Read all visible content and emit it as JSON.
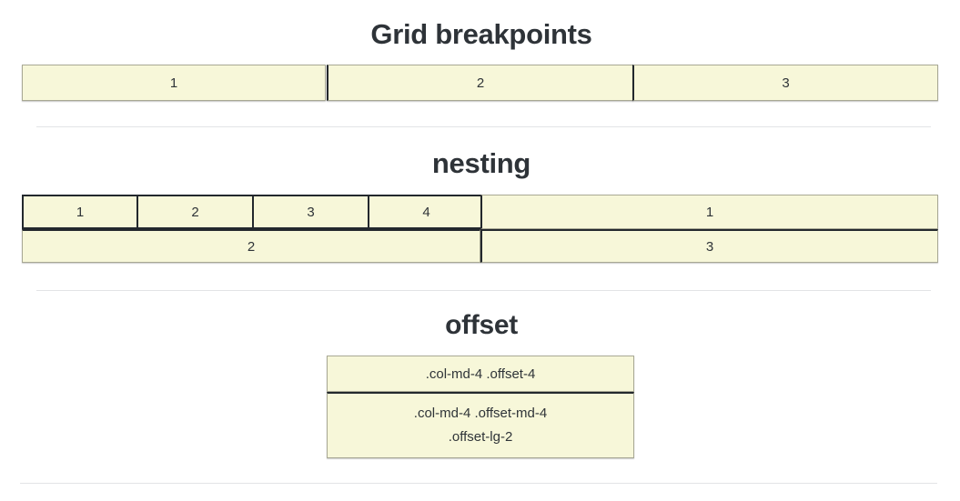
{
  "colors": {
    "cell_fill": "#f7f7d9",
    "cell_border": "#a8a894",
    "strong_border": "#23282d",
    "title_text": "#2e3338",
    "divider": "#e2e4e6",
    "background": "#ffffff"
  },
  "sections": {
    "breakpoints": {
      "title": "Grid breakpoints",
      "cells": [
        {
          "label": "1"
        },
        {
          "label": "2"
        },
        {
          "label": "3"
        }
      ]
    },
    "nesting": {
      "title": "nesting",
      "inner_cells": [
        {
          "label": "1"
        },
        {
          "label": "2"
        },
        {
          "label": "3"
        },
        {
          "label": "4"
        }
      ],
      "right_cell": {
        "label": "1"
      },
      "second_row": [
        {
          "label": "2"
        },
        {
          "label": "3"
        }
      ]
    },
    "offset": {
      "title": "offset",
      "rows": [
        {
          "line1": ".col-md-4 .offset-4"
        },
        {
          "line1": ".col-md-4 .offset-md-4",
          "line2": ".offset-lg-2"
        }
      ]
    }
  }
}
